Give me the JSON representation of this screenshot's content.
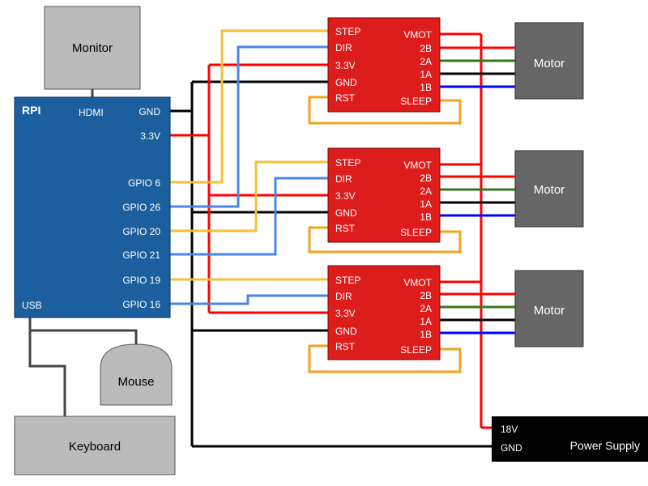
{
  "colors": {
    "rpi_fill": "#1c5f9e",
    "driver_fill": "#dd1c1c",
    "motor_fill": "#666666",
    "peripheral_fill": "#bbbbbb",
    "psu_fill": "#000000",
    "wire_red": "#ff0000",
    "wire_black": "#000000",
    "wire_yellow": "#f6bf3a",
    "wire_blue": "#4a86e8",
    "wire_orange": "#f2a31f",
    "wire_green": "#38761d",
    "wire_navy": "#0000ff",
    "wire_gray": "#444444"
  },
  "monitor": {
    "label": "Monitor"
  },
  "mouse": {
    "label": "Mouse"
  },
  "keyboard": {
    "label": "Keyboard"
  },
  "rpi": {
    "title": "RPI",
    "hdmi": "HDMI",
    "usb": "USB",
    "gnd": "GND",
    "v33": "3.3V",
    "gpio6": "GPIO 6",
    "gpio26": "GPIO 26",
    "gpio20": "GPIO 20",
    "gpio21": "GPIO 21",
    "gpio19": "GPIO 19",
    "gpio16": "GPIO 16"
  },
  "driver_pins": {
    "step": "STEP",
    "dir": "DIR",
    "v33": "3.3V",
    "gnd": "GND",
    "rst": "RST",
    "vmot": "VMOT",
    "b2": "2B",
    "a2": "2A",
    "a1": "1A",
    "b1": "1B",
    "sleep": "SLEEP"
  },
  "motors": [
    "Motor",
    "Motor",
    "Motor"
  ],
  "power_supply": {
    "label": "Power Supply",
    "v18": "18V",
    "gnd": "GND"
  }
}
